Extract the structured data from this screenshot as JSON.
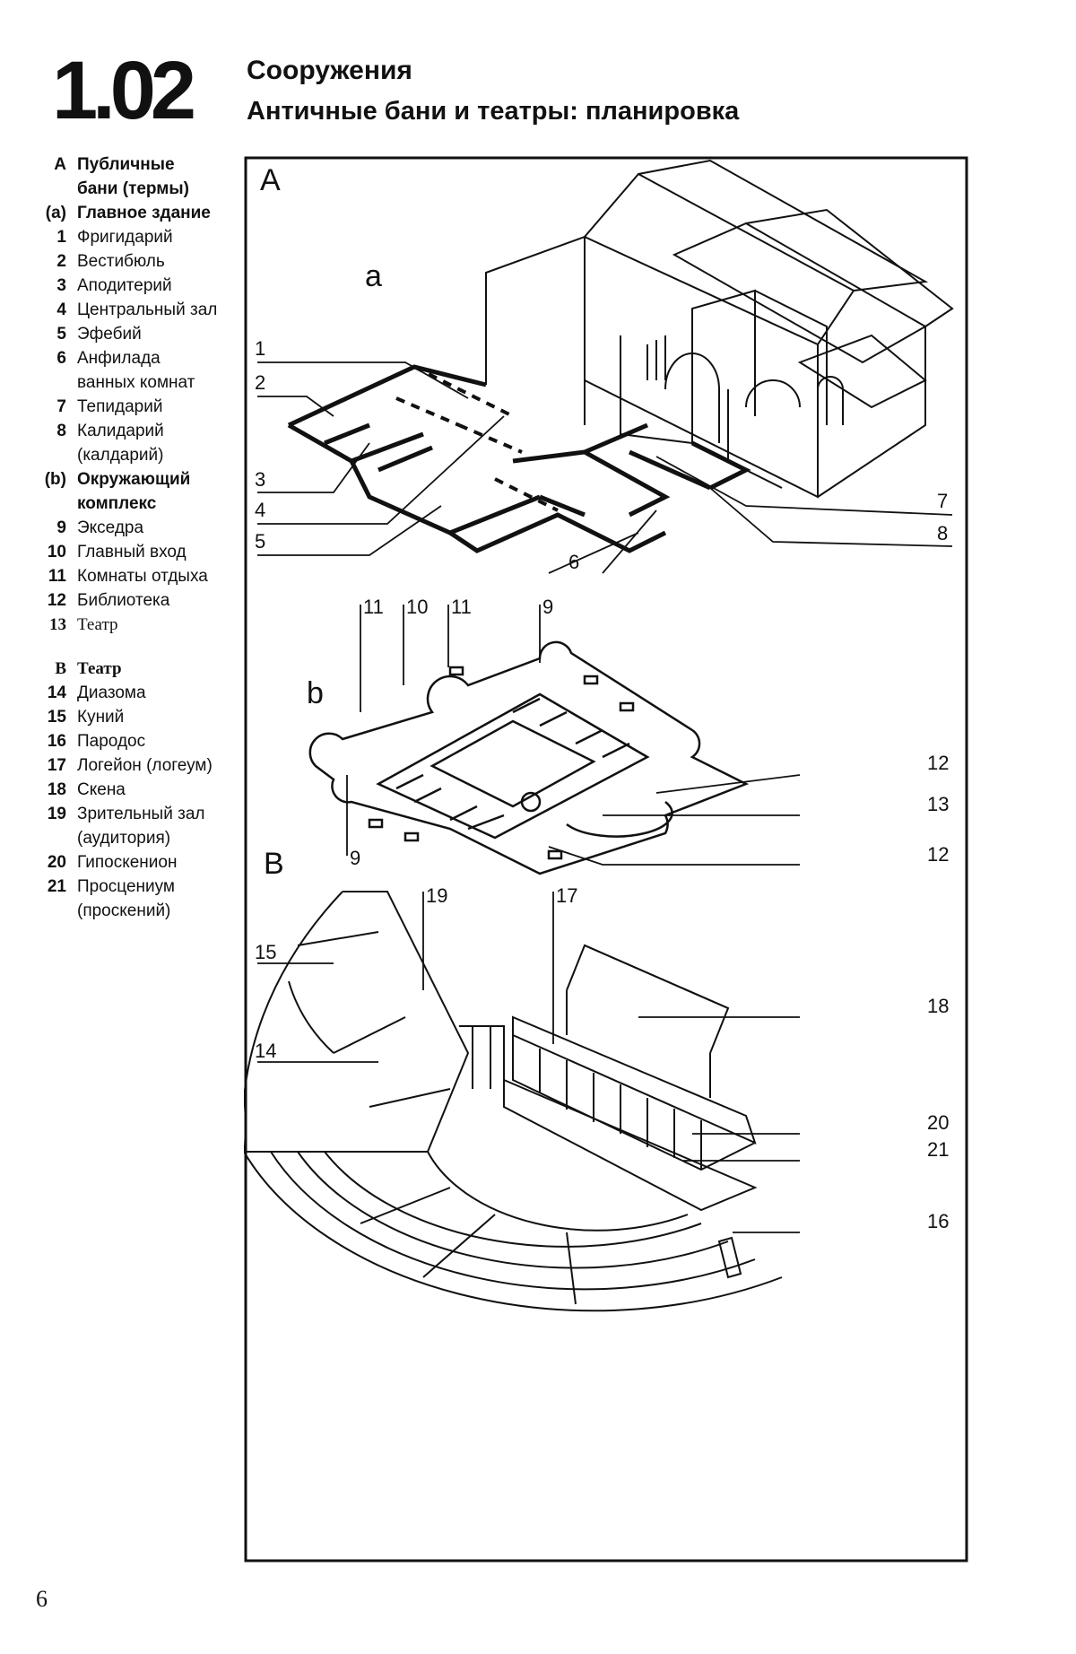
{
  "header": {
    "section_number": "1.02",
    "title": "Сооружения",
    "subtitle": "Античные бани и театры: планировка"
  },
  "legend": [
    {
      "key": "A",
      "text": "Публичные\nбани (термы)",
      "group": true
    },
    {
      "key": "(a)",
      "text": "Главное здание",
      "group": true
    },
    {
      "key": "1",
      "text": "Фригидарий"
    },
    {
      "key": "2",
      "text": "Вестибюль"
    },
    {
      "key": "3",
      "text": "Аподитерий"
    },
    {
      "key": "4",
      "text": "Центральный зал"
    },
    {
      "key": "5",
      "text": "Эфебий"
    },
    {
      "key": "6",
      "text": "Анфилада\nванных комнат"
    },
    {
      "key": "7",
      "text": "Тепидарий"
    },
    {
      "key": "8",
      "text": "Калидарий\n(калдарий)"
    },
    {
      "key": "(b)",
      "text": "Окружающий\nкомплекс",
      "group": true
    },
    {
      "key": "9",
      "text": "Экседра"
    },
    {
      "key": "10",
      "text": "Главный вход"
    },
    {
      "key": "11",
      "text": "Комнаты отдыха"
    },
    {
      "key": "12",
      "text": "Библиотека"
    },
    {
      "key": "13",
      "text": "Театр",
      "serif": true
    },
    {
      "key": "B",
      "text": "Театр",
      "group": true,
      "serif": true,
      "gap_before": true
    },
    {
      "key": "14",
      "text": "Диазома"
    },
    {
      "key": "15",
      "text": "Куний"
    },
    {
      "key": "16",
      "text": "Пародос"
    },
    {
      "key": "17",
      "text": "Логейон (логеум)"
    },
    {
      "key": "18",
      "text": "Скена"
    },
    {
      "key": "19",
      "text": "Зрительный зал\n(аудитория)"
    },
    {
      "key": "20",
      "text": "Гипоскенион"
    },
    {
      "key": "21",
      "text": "Просцениум\n(проскений)"
    }
  ],
  "figure": {
    "section_labels": {
      "A": "A",
      "a": "a",
      "b": "b",
      "B": "B"
    },
    "callouts": {
      "c1": "1",
      "c2": "2",
      "c3": "3",
      "c4": "4",
      "c5": "5",
      "c6": "6",
      "c7": "7",
      "c8": "8",
      "c9a": "9",
      "c9b": "9",
      "c10": "10",
      "c11a": "11",
      "c11b": "11",
      "c12a": "12",
      "c12b": "12",
      "c13": "13",
      "c14": "14",
      "c15": "15",
      "c16": "16",
      "c17": "17",
      "c18": "18",
      "c19": "19",
      "c20": "20",
      "c21": "21"
    }
  },
  "page_number": "6"
}
